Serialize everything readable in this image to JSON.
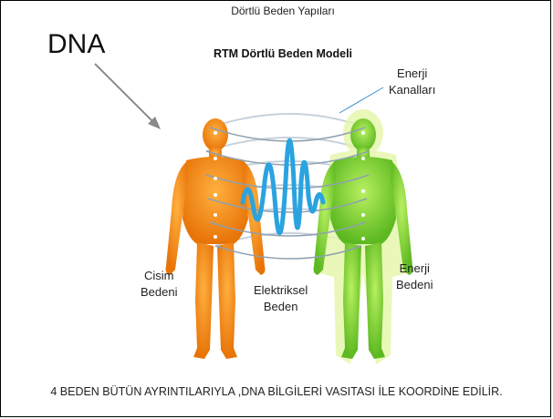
{
  "diagram": {
    "dna_label": "DNA",
    "subtitle": "Dörtlü Beden Yapıları",
    "title": "RTM Dörtlü Beden Modeli",
    "labels": {
      "energy_channels_line1": "Enerji",
      "energy_channels_line2": "Kanalları",
      "physical_body_line1": "Cisim",
      "physical_body_line2": "Bedeni",
      "electric_body_line1": "Elektriksel",
      "electric_body_line2": "Beden",
      "energy_body_line1": "Enerji",
      "energy_body_line2": "Bedeni"
    },
    "footer": "4 BEDEN BÜTÜN  AYRINTILARIYLA ,DNA BİLGİLERİ VASITASI İLE KOORDİNE EDİLİR.",
    "colors": {
      "physical_body": "#f08a10",
      "energy_body": "#7ccd2a",
      "electric_wave": "#2aa3e0",
      "channel_rings": "#b0bcc8",
      "arrow": "#8a8a8a"
    }
  }
}
